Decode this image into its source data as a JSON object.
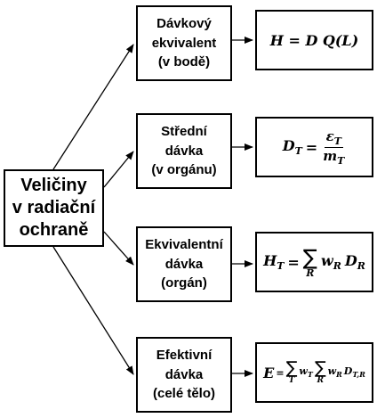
{
  "root_label": "Veličiny\nv radiační\nochraně",
  "quantities": [
    {
      "label": "Dávkový\nekvivalent\n(v bodě)"
    },
    {
      "label": "Střední\ndávka\n(v orgánu)"
    },
    {
      "label": "Ekvivalentní\ndávka\n(orgán)"
    },
    {
      "label": "Efektivní\ndávka\n(celé tělo)"
    }
  ],
  "formulas": {
    "f1": {
      "text": "H = D Q(L)"
    },
    "f2": {
      "lhs": "D",
      "lhs_sub": "T",
      "eq": "=",
      "num": "ε",
      "num_sub": "T",
      "den": "m",
      "den_sub": "T"
    },
    "f3": {
      "lhs": "H",
      "lhs_sub": "T",
      "eq": "=",
      "sigma": "∑",
      "sigma_idx": "R",
      "w": "w",
      "w_sub": "R",
      "d": "D",
      "d_sub": "R"
    },
    "f4": {
      "lhs": "E",
      "eq": "=",
      "sigma": "∑",
      "sigma1_idx": "T",
      "w1": "w",
      "w1_sub": "T",
      "sigma2_idx": "R",
      "w2": "w",
      "w2_sub": "R",
      "d": "D",
      "d_sub": "T,R"
    }
  }
}
